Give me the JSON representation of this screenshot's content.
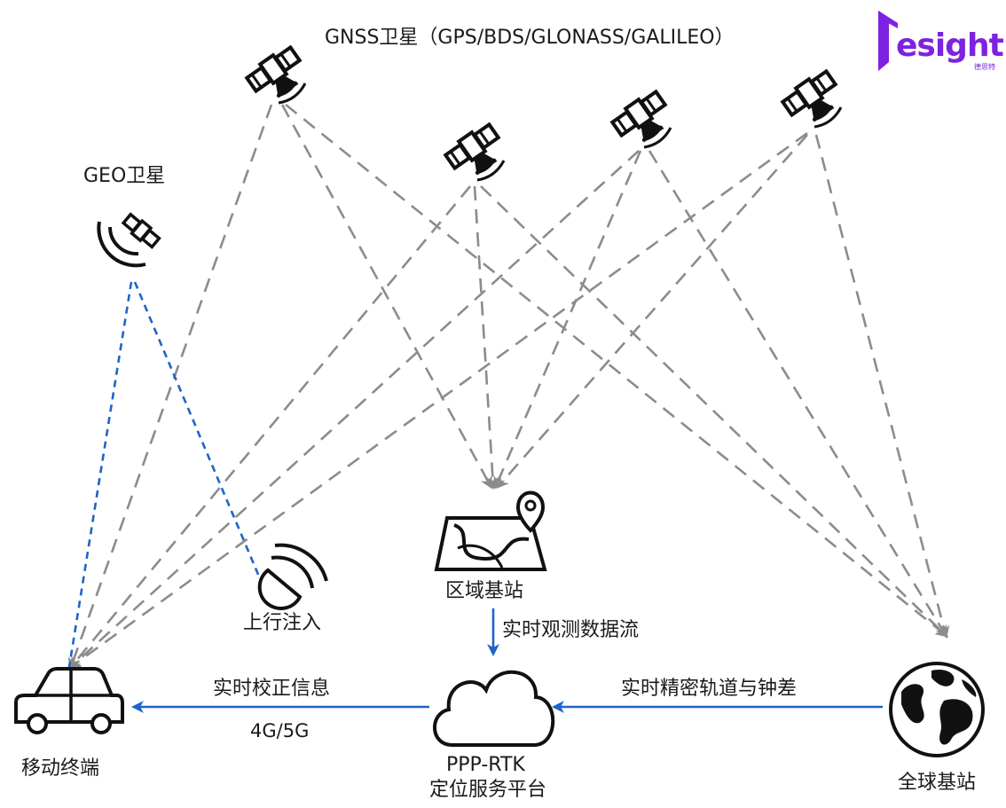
{
  "labels": {
    "gnss": "GNSS卫星（GPS/BDS/GLONASS/GALILEO）",
    "geo": "GEO卫星",
    "uplink": "上行注入",
    "regional_station": "区域基站",
    "realtime_obs": "实时观测数据流",
    "global_station": "全球基站",
    "precise_orbit": "实时精密轨道与钟差",
    "platform_line1": "PPP-RTK",
    "platform_line2": "定位服务平台",
    "correction": "实时校正信息",
    "network": "4G/5G",
    "mobile": "移动终端"
  },
  "logo": {
    "text": "esight",
    "sub": "德思特",
    "color": "#7d22e0"
  },
  "colors": {
    "dashed_gray": "#8c8c8c",
    "blue": "#1f64c8",
    "icon": "#111111"
  },
  "icons": [
    "satellite-icon",
    "geo-satellite-icon",
    "uplink-dish-icon",
    "map-pin-icon",
    "globe-icon",
    "cloud-icon",
    "car-icon"
  ]
}
